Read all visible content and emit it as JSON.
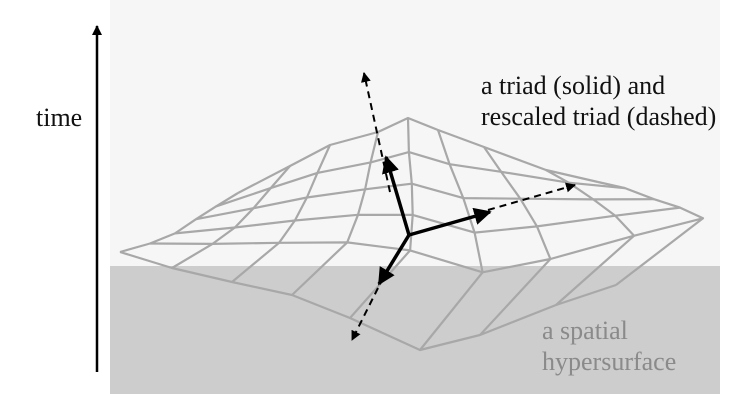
{
  "labels": {
    "time": "time",
    "triad_line1": "a triad (solid) and",
    "triad_line2": "rescaled triad (dashed)",
    "surface_line1": "a spatial",
    "surface_line2": "hypersurface"
  },
  "colors": {
    "background": "#ffffff",
    "plane": "#cdcdcd",
    "plane_top": "#f6f6f6",
    "mesh": "#a8a8a8",
    "arrows": "#000000",
    "surface_text": "#8a8a8a"
  },
  "icons": {
    "time_axis": "arrow-up-icon",
    "triad": "solid-arrow-icon",
    "rescaled_triad": "dashed-arrow-icon"
  }
}
